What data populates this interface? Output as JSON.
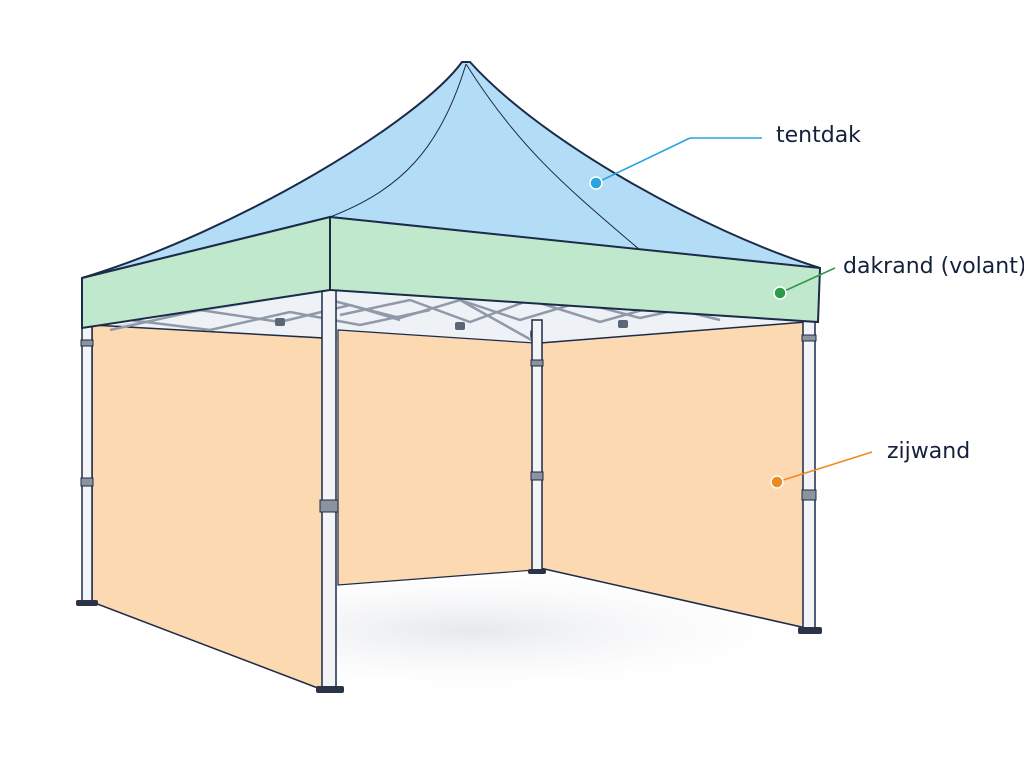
{
  "labels": {
    "roof": "tentdak",
    "valance": "dakrand (volant)",
    "sidewall": "zijwand"
  },
  "colors": {
    "roof_fill": "#b3dcf7",
    "roof_accent": "#2aa3e0",
    "valance_fill": "#bfe8cc",
    "valance_accent": "#2e9a48",
    "sidewall_fill": "#fcd9b0",
    "sidewall_accent": "#ef8a1e",
    "outline": "#1b2b48",
    "frame": "#f2f4f7",
    "label_text": "#14213d"
  }
}
